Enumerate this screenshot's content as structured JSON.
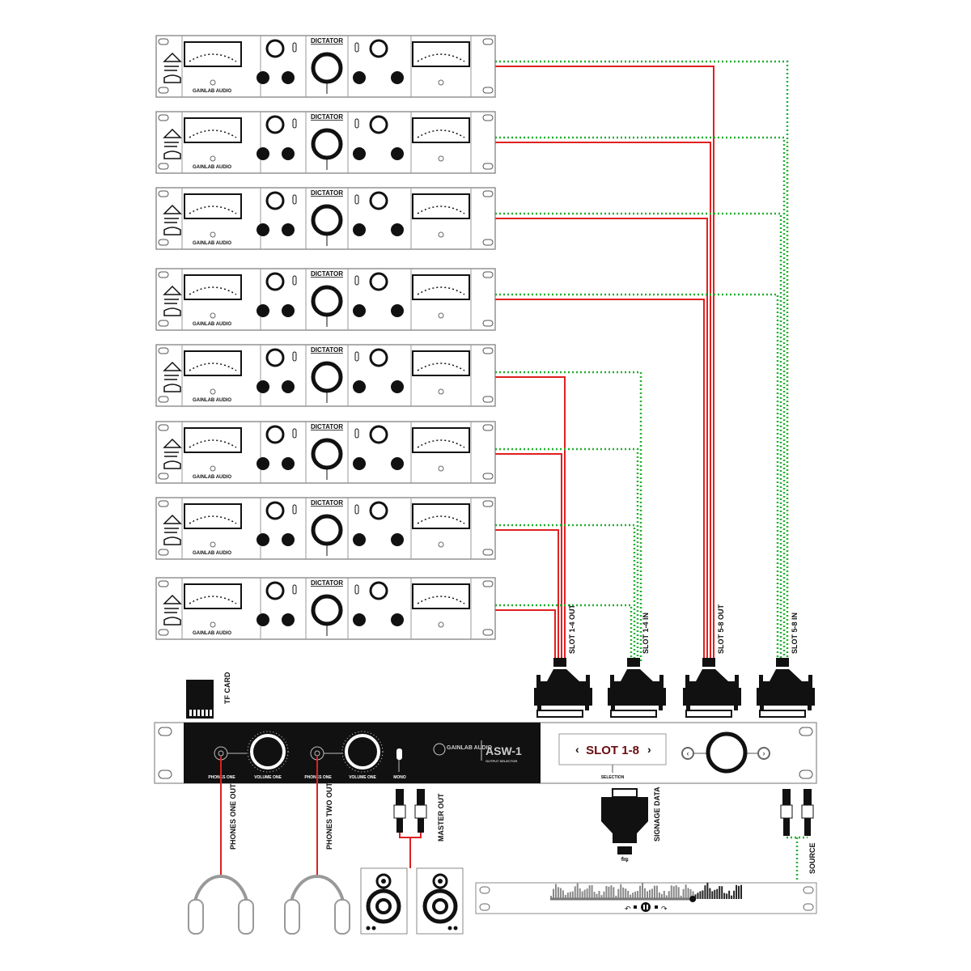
{
  "rack_units": {
    "count": 8,
    "model_label": "DICTATOR",
    "brand_label": "GAINLAB AUDIO"
  },
  "colors": {
    "output_cable": "#e02020",
    "input_cable": "#22b030",
    "panel_black": "#111111"
  },
  "connectors": [
    {
      "label": "SLOT 1-4 OUT"
    },
    {
      "label": "SLOT 1-4 IN"
    },
    {
      "label": "SLOT 5-8 OUT"
    },
    {
      "label": "SLOT 5-8 IN"
    }
  ],
  "tf_card": {
    "label": "TF CARD"
  },
  "selector": {
    "brand": "GAINLAB AUDIO",
    "model": "ASW-1",
    "subtitle": "OUTPUT SELECTOR",
    "phones_one": "PHONES ONE",
    "volume_one": "VOLUME ONE",
    "phones_two": "PHONES ONE",
    "volume_two": "VOLUME ONE",
    "mono": "MONO",
    "display_text": "SLOT 1-8",
    "prev": "‹",
    "next": "›",
    "selection": "SELECTION"
  },
  "outputs": {
    "phones_one_out": "PHONES ONE OUT",
    "phones_two_out": "PHONES TWO OUT",
    "master_out": "MASTER OUT",
    "signage_data": "SIGNAGE DATA",
    "source": "SOURCE"
  },
  "player": {
    "progress": 0.74
  }
}
